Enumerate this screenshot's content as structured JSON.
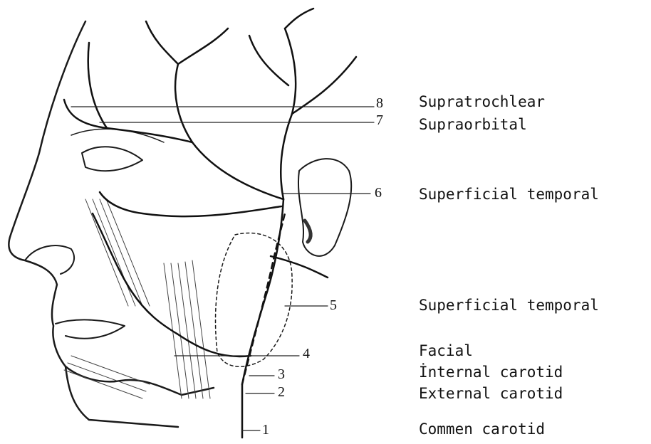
{
  "callouts": [
    {
      "number": "8",
      "label": "Supratrochlear"
    },
    {
      "number": "7",
      "label": "Supraorbital"
    },
    {
      "number": "6",
      "label": "Superficial temporal"
    },
    {
      "number": "5",
      "label": "Superficial temporal"
    },
    {
      "number": "4",
      "label": "Facial"
    },
    {
      "number": "3",
      "label": "İnternal carotid"
    },
    {
      "number": "2",
      "label": "External carotid"
    },
    {
      "number": "1",
      "label": "Commen carotid"
    }
  ]
}
